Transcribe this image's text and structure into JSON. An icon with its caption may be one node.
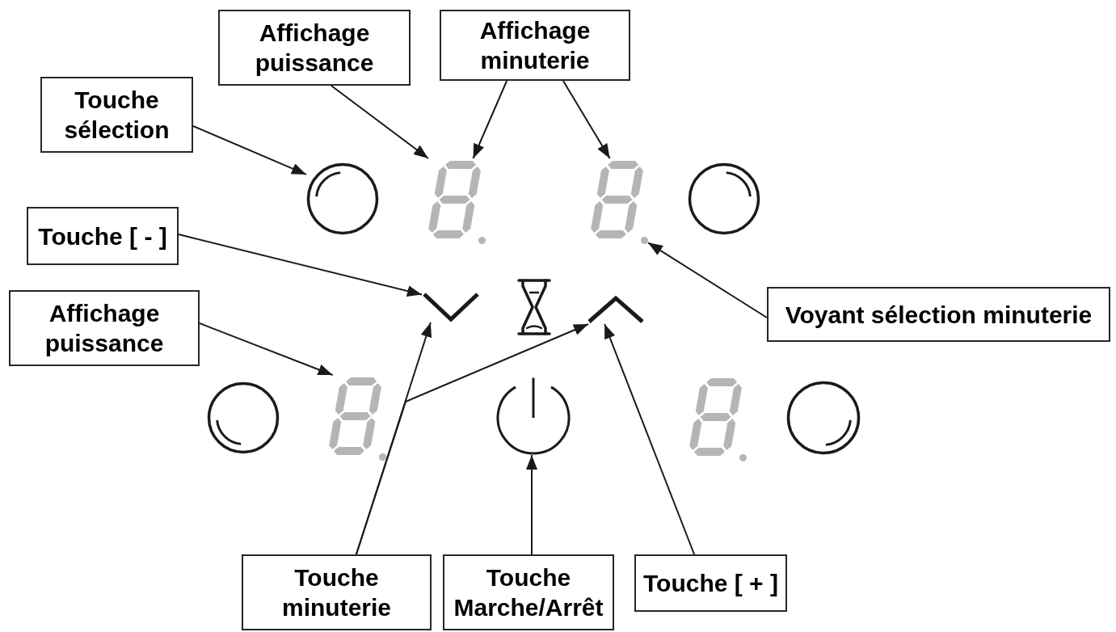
{
  "diagram": {
    "nodes": [
      {
        "text": [
          "Affichage puissance"
        ]
      },
      {
        "text": [
          "Affichage minuterie"
        ]
      },
      {
        "text": [
          "Touche sélection"
        ]
      },
      {
        "text": [
          "Touche [ - ]"
        ]
      },
      {
        "text": [
          "Affichage puissance"
        ]
      },
      {
        "text": [
          "Voyant sélection minuterie"
        ]
      },
      {
        "text": [
          "Touche minuterie"
        ]
      },
      {
        "text": [
          "Touche Marche/Arrêt"
        ]
      },
      {
        "text": [
          "Touche [ + ]"
        ]
      },
      {
        "text": [],
        "shape": "circle"
      },
      {
        "text": [],
        "shape": "digit"
      },
      {
        "text": [],
        "shape": "digit"
      },
      {
        "text": [],
        "shape": "dot",
        "in": 11
      },
      {
        "text": [],
        "shape": "circle"
      },
      {
        "text": [],
        "shape": "chevron"
      },
      {
        "text": [],
        "shape": "hourglass"
      },
      {
        "text": [],
        "shape": "chevron"
      },
      {
        "text": [],
        "shape": "circle"
      },
      {
        "text": [],
        "shape": "digit"
      },
      {
        "text": [],
        "shape": "power"
      },
      {
        "text": [],
        "shape": "digit"
      },
      {
        "text": [],
        "shape": "circle"
      }
    ],
    "edges": [
      {
        "from": 0,
        "to": 10,
        "arrow": "to"
      },
      {
        "from": 1,
        "to": 10,
        "arrow": "to"
      },
      {
        "from": 1,
        "to": 11,
        "arrow": "to"
      },
      {
        "from": 2,
        "to": 9,
        "arrow": "to"
      },
      {
        "from": 3,
        "to": 14,
        "arrow": "to"
      },
      {
        "from": 4,
        "to": 18,
        "arrow": "to"
      },
      {
        "from": 5,
        "to": 12,
        "arrow": "to"
      },
      {
        "from": 6,
        "to": 14,
        "arrow": "to"
      },
      {
        "from": 6,
        "to": 16,
        "arrow": "to"
      },
      {
        "from": 7,
        "to": 19,
        "arrow": "to"
      },
      {
        "from": 8,
        "to": 16,
        "arrow": "to"
      }
    ]
  }
}
